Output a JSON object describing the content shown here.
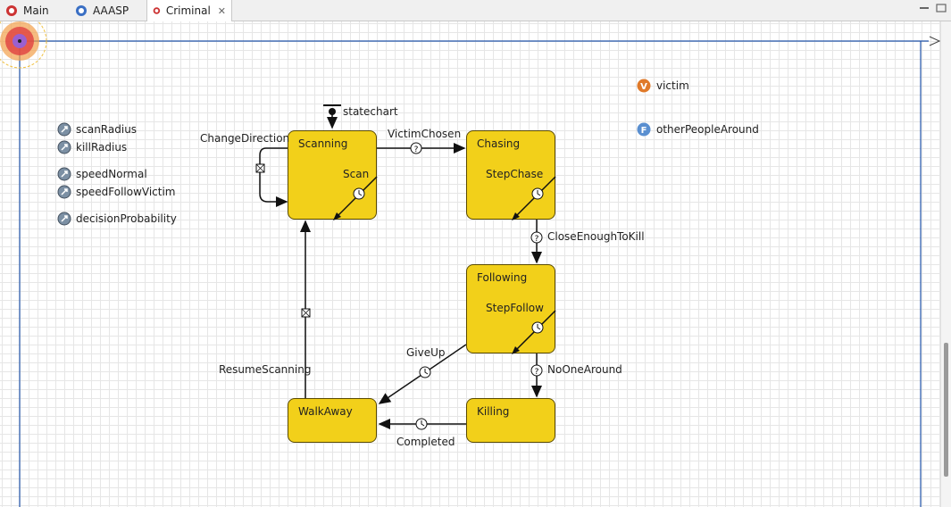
{
  "tabs": [
    {
      "label": "Main",
      "active": false
    },
    {
      "label": "AAASP",
      "active": false
    },
    {
      "label": "Criminal",
      "active": true
    }
  ],
  "parameters": [
    "scanRadius",
    "killRadius",
    "speedNormal",
    "speedFollowVictim",
    "decisionProbability"
  ],
  "variables": {
    "victim": "victim",
    "others": "otherPeopleAround"
  },
  "statechart": {
    "entry_label": "statechart",
    "states": {
      "scanning": {
        "name": "Scanning",
        "inner": "Scan"
      },
      "chasing": {
        "name": "Chasing",
        "inner": "StepChase"
      },
      "following": {
        "name": "Following",
        "inner": "StepFollow"
      },
      "walkaway": {
        "name": "WalkAway"
      },
      "killing": {
        "name": "Killing"
      }
    },
    "transitions": {
      "change_direction": "ChangeDirection",
      "victim_chosen": "VictimChosen",
      "close_enough": "CloseEnoughToKill",
      "no_one_around": "NoOneAround",
      "give_up": "GiveUp",
      "completed": "Completed",
      "resume_scanning": "ResumeScanning"
    }
  },
  "colors": {
    "state_fill": "#f2d01a",
    "victim_icon": "#e07a2a",
    "others_icon": "#5a8fd0",
    "frame": "#2255aa"
  }
}
